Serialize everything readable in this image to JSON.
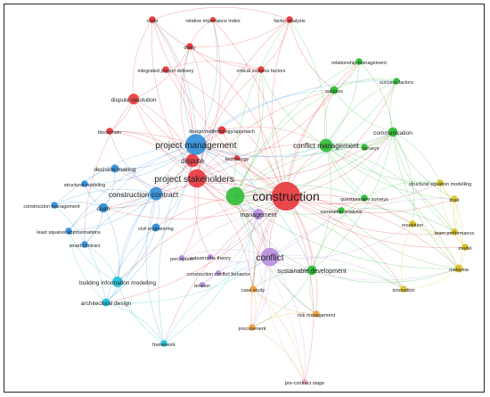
{
  "colors": {
    "red": "#e8363b",
    "green": "#2cbc34",
    "blue": "#2f8fd8",
    "cyan": "#1fc1d8",
    "yellow": "#d9c21e",
    "purple": "#b98de0",
    "orange": "#f0a23a",
    "pink": "#f2a0c8"
  },
  "nodes": [
    {
      "id": "construction",
      "label": "construction",
      "cluster": "red",
      "weight": 10
    },
    {
      "id": "project_stakeholders",
      "label": "project stakeholders",
      "cluster": "red",
      "weight": 6
    },
    {
      "id": "dispute",
      "label": "dispute",
      "cluster": "red",
      "weight": 4
    },
    {
      "id": "design_methodology_approach",
      "label": "design/methodology/approach",
      "cluster": "red",
      "weight": 2
    },
    {
      "id": "dispute_resolution",
      "label": "dispute resolution",
      "cluster": "red",
      "weight": 3
    },
    {
      "id": "blockchain",
      "label": "blockchain",
      "cluster": "red",
      "weight": 1.5
    },
    {
      "id": "costs",
      "label": "costs",
      "cluster": "red",
      "weight": 1.5
    },
    {
      "id": "relative_importance_index",
      "label": "relative importance index",
      "cluster": "red",
      "weight": 1
    },
    {
      "id": "factor_analysis",
      "label": "factor analysis",
      "cluster": "red",
      "weight": 1.5
    },
    {
      "id": "delay",
      "label": "delay",
      "cluster": "red",
      "weight": 1.5
    },
    {
      "id": "integrated_project_delivery",
      "label": "integrated project delivery",
      "cluster": "red",
      "weight": 1.5
    },
    {
      "id": "critical_success_factors",
      "label": "critical success factors",
      "cluster": "red",
      "weight": 1.5
    },
    {
      "id": "technology",
      "label": "technology",
      "cluster": "red",
      "weight": 1
    },
    {
      "id": "project_management",
      "label": "project management",
      "cluster": "blue",
      "weight": 7
    },
    {
      "id": "construction_contract",
      "label": "construction contract",
      "cluster": "blue",
      "weight": 4
    },
    {
      "id": "decision_making",
      "label": "decision-making",
      "cluster": "blue",
      "weight": 2
    },
    {
      "id": "structural_modeling",
      "label": "structural modeling",
      "cluster": "blue",
      "weight": 1.5
    },
    {
      "id": "construction_management",
      "label": "construction management",
      "cluster": "blue",
      "weight": 1.5
    },
    {
      "id": "claim",
      "label": "claim",
      "cluster": "blue",
      "weight": 2.5
    },
    {
      "id": "civil_engineering",
      "label": "civil engineering",
      "cluster": "blue",
      "weight": 2
    },
    {
      "id": "least_squares_approximations",
      "label": "least squares approximations",
      "cluster": "blue",
      "weight": 1.5
    },
    {
      "id": "smart_contract",
      "label": "smart contract",
      "cluster": "blue",
      "weight": 1.5
    },
    {
      "id": "conflict_management",
      "label": "conflict management",
      "cluster": "green",
      "weight": 4
    },
    {
      "id": "relationship_management",
      "label": "relationship management",
      "cluster": "green",
      "weight": 1.5
    },
    {
      "id": "success",
      "label": "success",
      "cluster": "green",
      "weight": 2
    },
    {
      "id": "success_factors",
      "label": "success factors",
      "cluster": "green",
      "weight": 1.5
    },
    {
      "id": "communication",
      "label": "communication",
      "cluster": "green",
      "weight": 2.5
    },
    {
      "id": "surveys",
      "label": "surveys",
      "cluster": "green",
      "weight": 1.5
    },
    {
      "id": "green_hub",
      "label": "",
      "cluster": "green",
      "weight": 6
    },
    {
      "id": "questionnaire_surveys",
      "label": "questionnaire surveys",
      "cluster": "green",
      "weight": 1.5
    },
    {
      "id": "correlation_analysis",
      "label": "correlation analysis",
      "cluster": "green",
      "weight": 1.5
    },
    {
      "id": "sustainable_development",
      "label": "sustainable development",
      "cluster": "green",
      "weight": 2.5
    },
    {
      "id": "management",
      "label": "management",
      "cluster": "purple",
      "weight": 3
    },
    {
      "id": "conflict",
      "label": "conflict",
      "cluster": "purple",
      "weight": 6
    },
    {
      "id": "catastrophe_theory",
      "label": "catastrophe theory",
      "cluster": "purple",
      "weight": 1
    },
    {
      "id": "perception",
      "label": "perception",
      "cluster": "purple",
      "weight": 1
    },
    {
      "id": "construction_conflict_behavior",
      "label": "construction conflict behavior",
      "cluster": "purple",
      "weight": 1
    },
    {
      "id": "tension",
      "label": "tension",
      "cluster": "purple",
      "weight": 1
    },
    {
      "id": "structural_equation_modelling",
      "label": "structural equation modelling",
      "cluster": "yellow",
      "weight": 1.5
    },
    {
      "id": "trust",
      "label": "trust",
      "cluster": "yellow",
      "weight": 1.5
    },
    {
      "id": "resolution",
      "label": "resolution",
      "cluster": "yellow",
      "weight": 1.5
    },
    {
      "id": "team_performance",
      "label": "team performance",
      "cluster": "yellow",
      "weight": 1.5
    },
    {
      "id": "model",
      "label": "model",
      "cluster": "yellow",
      "weight": 1.5
    },
    {
      "id": "malaysia",
      "label": "malaysia",
      "cluster": "yellow",
      "weight": 2
    },
    {
      "id": "innovation",
      "label": "innovation",
      "cluster": "yellow",
      "weight": 1.5
    },
    {
      "id": "building_information_modelling",
      "label": "building information modelling",
      "cluster": "cyan",
      "weight": 3
    },
    {
      "id": "architectural_design",
      "label": "architectural design",
      "cluster": "cyan",
      "weight": 2
    },
    {
      "id": "framework",
      "label": "framework",
      "cluster": "cyan",
      "weight": 1.5
    },
    {
      "id": "case_study",
      "label": "case study",
      "cluster": "orange",
      "weight": 1.5
    },
    {
      "id": "risk_management",
      "label": "risk management",
      "cluster": "orange",
      "weight": 1.5
    },
    {
      "id": "procurement",
      "label": "procurement",
      "cluster": "orange",
      "weight": 1.5
    },
    {
      "id": "pre_contract_stage",
      "label": "pre-contract stage",
      "cluster": "pink",
      "weight": 1
    }
  ]
}
